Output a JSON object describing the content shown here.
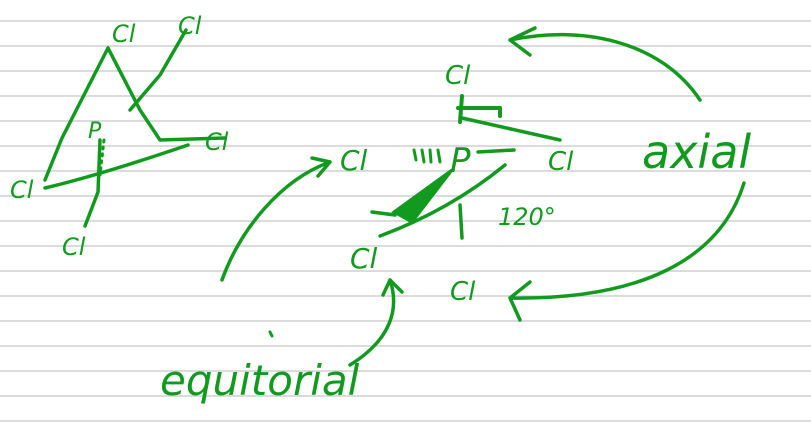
{
  "page": {
    "background": "#ffffff",
    "rule_color": "#cfcfd4",
    "ink_color": "#119a1e"
  },
  "diagram": {
    "left_structure": {
      "labels": [
        "Cl",
        "Cl",
        "Cl",
        "Cl",
        "Cl"
      ],
      "center_atom": "P"
    },
    "right_structure": {
      "center_atom": "P",
      "top_axial": "Cl",
      "bottom_axial": "Cl",
      "equatorial_left": "Cl",
      "equatorial_right": "Cl",
      "equatorial_bottom": "Cl",
      "angle_90_mark": "",
      "angle_120": "120°"
    },
    "annotations": {
      "axial": "axial",
      "equatorial": "equitorial"
    }
  }
}
